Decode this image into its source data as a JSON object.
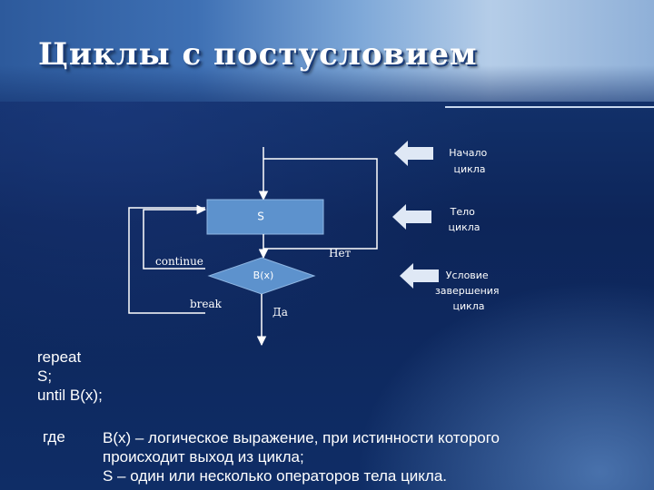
{
  "slide": {
    "title": "Циклы с постусловием"
  },
  "diagram": {
    "body_label": "S",
    "condition_label": "B(x)",
    "no_label": "Нет",
    "yes_label": "Да",
    "continue_label": "continue",
    "break_label": "break",
    "annotations": {
      "loop_start": [
        "Начало",
        "цикла"
      ],
      "loop_body": [
        "Тело",
        "цикла"
      ],
      "exit_condition": [
        "Условие",
        "завершения",
        "цикла"
      ]
    },
    "colors": {
      "body_fill": "#5d92cd",
      "condition_fill": "#5d92cd",
      "lines": "#ffffff",
      "arrow_fill": "#dfe8f5"
    }
  },
  "code": {
    "lines": [
      "repeat",
      "S;",
      "until B(x);"
    ]
  },
  "explanation": {
    "where_label": "где",
    "lines": [
      "B(x) – логическое выражение, при истинности которого",
      "происходит выход из цикла;",
      "S – один или несколько операторов тела цикла."
    ]
  }
}
